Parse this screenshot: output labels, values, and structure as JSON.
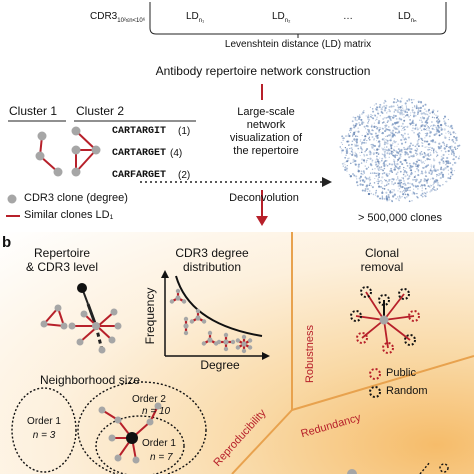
{
  "panel_a": {
    "matrix": {
      "row_label": "CDR3",
      "row_label_sub": "10²≤n<10⁶",
      "cells": [
        "LD",
        "LD",
        "…",
        "LD"
      ],
      "cell_subs": [
        "n₁",
        "n₂",
        "",
        "nₙ"
      ],
      "caption": "Levenshtein distance (LD) matrix"
    },
    "construction_title": "Antibody repertoire network construction",
    "cluster1_label": "Cluster 1",
    "cluster2_label": "Cluster 2",
    "sequences": [
      {
        "seq": "CARTARGIT",
        "degree": "(1)"
      },
      {
        "seq": "CARTARGET",
        "degree": "(4)"
      },
      {
        "seq": "CARFARGET",
        "degree": "(2)"
      }
    ],
    "legend_node": "CDR3 clone (degree)",
    "legend_edge": "Similar clones LD₁",
    "viz_caption": "Large-scale\nnetwork\nvisualization of\nthe repertoire",
    "deconvolution": "Deconvolution",
    "clones_count": "> 500,000 clones"
  },
  "panel_b": {
    "label": "b",
    "repertoire_title": "Repertoire\n& CDR3 level",
    "degree_title": "CDR3 degree\ndistribution",
    "y_axis": "Frequency",
    "x_axis": "Degree",
    "clonal_title": "Clonal\nremoval",
    "robustness": "Robustness",
    "public": "Public",
    "random": "Random",
    "neighborhood_title": "Neighborhood size",
    "order1_left": "Order 1",
    "n3": "n = 3",
    "order2": "Order 2",
    "n10": "n = 10",
    "order1_right": "Order 1",
    "n7": "n = 7",
    "reproducibility": "Reproducibility",
    "redundancy": "Redundancy"
  },
  "colors": {
    "accent_red": "#b7202a",
    "node_gray": "#a6a6a6",
    "network_blue": "#7b98c2"
  }
}
